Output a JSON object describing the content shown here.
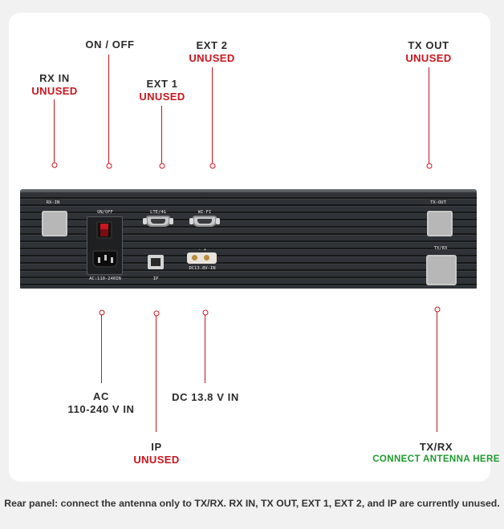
{
  "callouts": {
    "rx_in": {
      "name": "RX IN",
      "status": "UNUSED"
    },
    "on_off": {
      "name": "ON / OFF"
    },
    "ext1": {
      "name": "EXT 1",
      "status": "UNUSED"
    },
    "ext2": {
      "name": "EXT 2",
      "status": "UNUSED"
    },
    "tx_out": {
      "name": "TX OUT",
      "status": "UNUSED"
    },
    "ac": {
      "name": "AC",
      "detail": "110-240 V IN"
    },
    "dc": {
      "name": "DC 13.8 V IN"
    },
    "ip": {
      "name": "IP",
      "status": "UNUSED"
    },
    "tx_rx": {
      "name": "TX/RX",
      "status": "CONNECT ANTENNA HERE"
    }
  },
  "panel_labels": {
    "rx_in": "RX-IN",
    "on_off": "ON/OFF",
    "lte": "LTE/4G",
    "wifi": "WI-FI",
    "tx_out": "TX-OUT",
    "tx_rx": "TX/RX",
    "ac": "AC:110-240IN",
    "ip": "IP",
    "dc": "DC13.8V-IN",
    "dc_polarity": "-  +"
  },
  "colors": {
    "unused": "#c8161f",
    "connect": "#1f9a2d",
    "leader": "#c8161f"
  },
  "caption": "Rear panel: connect the antenna only to TX/RX. RX IN, TX OUT, EXT 1, EXT 2, and IP are currently unused."
}
